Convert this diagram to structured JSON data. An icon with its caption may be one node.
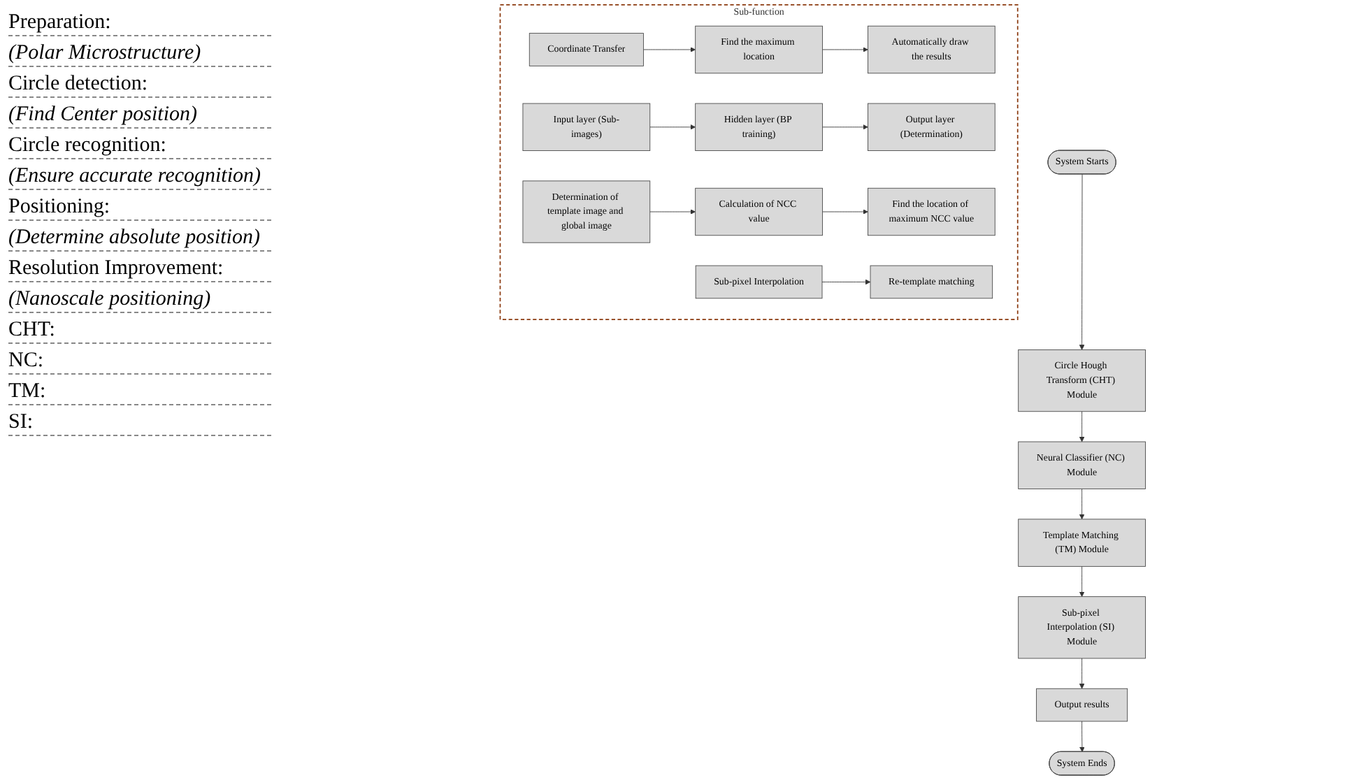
{
  "diagram": {
    "nodes": [
      {
        "text": [
          "System Starts"
        ]
      },
      {
        "text": [
          "Circle Hough Transform (CHT) Module"
        ]
      },
      {
        "text": [
          "Neural Classifier (NC) Module"
        ]
      },
      {
        "text": [
          "Template Matching (TM) Module"
        ]
      },
      {
        "text": [
          "Sub-pixel Interpolation (SI) Module"
        ]
      },
      {
        "text": [
          "Output results"
        ]
      },
      {
        "text": [
          "System Ends"
        ]
      },
      {
        "text": [
          "Sub-function"
        ]
      },
      {
        "text": [
          "Coordinate Transfer"
        ],
        "in": 7
      },
      {
        "text": [
          "Find the maximum location"
        ],
        "in": 7
      },
      {
        "text": [
          "Automatically draw the results"
        ],
        "in": 7
      },
      {
        "text": [
          "Input layer (Sub-images)"
        ],
        "in": 7
      },
      {
        "text": [
          "Hidden layer (BP training)"
        ],
        "in": 7
      },
      {
        "text": [
          "Output layer (Determination)"
        ],
        "in": 7
      },
      {
        "text": [
          "Determination of template image and global image"
        ],
        "in": 7
      },
      {
        "text": [
          "Calculation of NCC value"
        ],
        "in": 7
      },
      {
        "text": [
          "Find the location of maximum NCC value"
        ],
        "in": 7
      },
      {
        "text": [
          "Sub-pixel Interpolation"
        ],
        "in": 7
      },
      {
        "text": [
          "Re-template matching"
        ],
        "in": 7
      }
    ],
    "edges": [
      {
        "from": 0,
        "to": 1,
        "arrow": "to"
      },
      {
        "from": 1,
        "to": 2,
        "arrow": "to"
      },
      {
        "from": 2,
        "to": 3,
        "arrow": "to"
      },
      {
        "from": 3,
        "to": 4,
        "arrow": "to"
      },
      {
        "from": 4,
        "to": 5,
        "arrow": "to"
      },
      {
        "from": 5,
        "to": 6,
        "arrow": "to"
      },
      {
        "from": 8,
        "to": 9,
        "arrow": "to"
      },
      {
        "from": 9,
        "to": 10,
        "arrow": "to"
      },
      {
        "from": 11,
        "to": 12,
        "arrow": "to"
      },
      {
        "from": 12,
        "to": 13,
        "arrow": "to"
      },
      {
        "from": 14,
        "to": 15,
        "arrow": "to"
      },
      {
        "from": 15,
        "to": 16,
        "arrow": "to"
      },
      {
        "from": 17,
        "to": 18,
        "arrow": "to"
      }
    ],
    "labels": [
      "Preparation:",
      "(Polar Microstructure)",
      "Circle detection:",
      "(Find Center position)",
      "Circle recognition:",
      "(Ensure accurate recognition)",
      "Positioning:",
      "(Determine absolute position)",
      "Resolution Improvement:",
      "(Nanoscale positioning)",
      "CHT:",
      "NC:",
      "TM:",
      "SI:"
    ]
  }
}
